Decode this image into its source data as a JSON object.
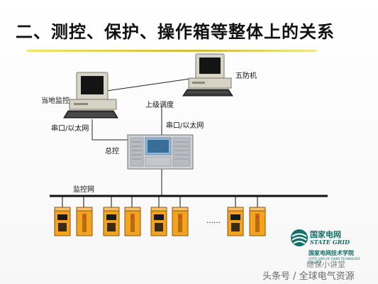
{
  "title": "二、测控、保护、操作箱等整体上的关系",
  "labels": {
    "local_monitor": "当地监控",
    "five_prevention": "五防机",
    "upper_dispatch": "上级调度",
    "serial_left": "串口/以太网",
    "serial_right": "串口/以太网",
    "master_control": "总控",
    "monitor_network": "监控网",
    "ellipsis": "……"
  },
  "logo": {
    "cn_name": "国家电网",
    "en_name": "STATE GRID",
    "college": "国家电网技术学院",
    "college_en": "STATE GRID OF CHINA TECHNOLOGY COLLEGE"
  },
  "watermarks": {
    "account": "继保小讲堂",
    "source": "头条号 / 全球电气资源"
  },
  "colors": {
    "device_fill": "#f3a31e",
    "device_dark": "#b86e10",
    "screen": "#1a1a1a",
    "rule_gold": "#d9b83a",
    "logo_green": "#13706a"
  }
}
